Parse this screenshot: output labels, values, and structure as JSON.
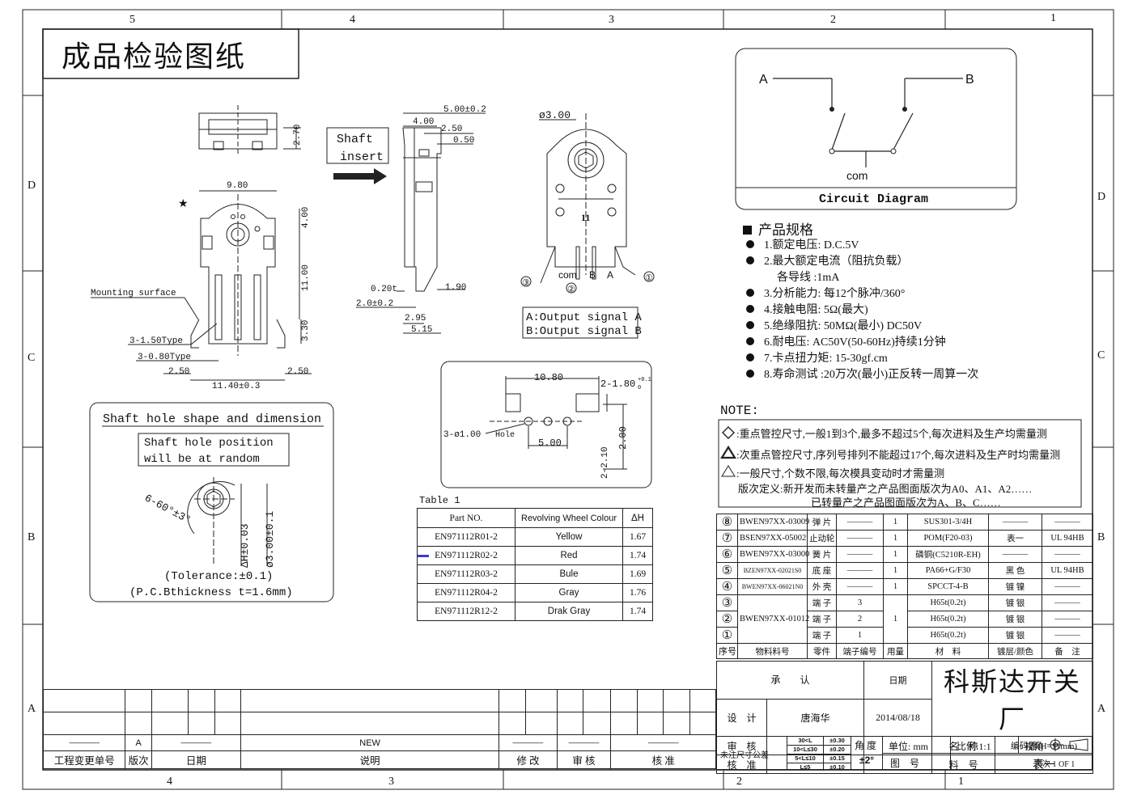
{
  "sheet": {
    "title": "成品检验图纸",
    "col_marks_top": [
      "5",
      "4",
      "3",
      "2",
      "1"
    ],
    "col_marks_bottom": [
      "4",
      "3",
      "2",
      "1"
    ],
    "row_marks": [
      "D",
      "C",
      "B",
      "A"
    ]
  },
  "drawings": {
    "front_dims": [
      "9.80",
      "4.00",
      "11.00",
      "3.30",
      "2.70",
      "2.50",
      "2.50",
      "11.40±0.3"
    ],
    "mounting_surface": "Mounting surface",
    "type_150": "3-1.50Type",
    "type_080": "3-0.80Type",
    "star": "★",
    "shaft_insert_1": "Shaft",
    "shaft_insert_2": "insert",
    "side_dims": [
      "5.00±0.2",
      "4.00",
      "2.50",
      "0.50",
      "0.20t",
      "2.0±0.2",
      "1.90",
      "2.95",
      "5.15"
    ],
    "right_dia": "ø3.00",
    "right_11": "11",
    "pins_label": [
      "③",
      "com",
      "②",
      "B",
      "A",
      "①"
    ],
    "signal_a": "A:Output signal A",
    "signal_b": "B:Output signal B"
  },
  "circuit": {
    "title": "Circuit Diagram",
    "a": "A",
    "b": "B",
    "com": "com"
  },
  "spec": {
    "heading": "产品规格",
    "items": [
      "1.额定电压: D.C.5V",
      "2.最大额定电流（阻抗负载）",
      "各导线 :1mA",
      "3.分析能力: 每12个脉冲/360°",
      "4.接触电阻: 5Ω(最大)",
      "5.绝缘阻抗: 50MΩ(最小) DC50V",
      "6.耐电压: AC50V(50-60Hz)持续1分钟",
      "7.卡点扭力矩: 15-30gf.cm",
      "8.寿命测试 :20万次(最小)正反转一周算一次"
    ]
  },
  "note": {
    "heading": "NOTE:",
    "lines": [
      ":重点管控尺寸,一般1到3个,最多不超过5个,每次进料及生产均需量测",
      ":次重点管控尺寸,序列号排列不能超过17个,每次进料及生产时均需量测",
      ":一般尺寸,个数不限,每次模具变动时才需量测",
      "版次定义:新开发而未转量产之产品图面版次为A0、A1、A2……",
      "已转量产之产品图面版次为A、B、C……"
    ]
  },
  "shaft_hole": {
    "title": "Shaft hole shape and dimension",
    "pos1": "Shaft hole position",
    "pos2": "will be at random",
    "angle": "6-60°±3°",
    "dh": "ΔH±0.03",
    "dia": "ø3.00±0.1",
    "tol": "(Tolerance:±0.1)",
    "pcb": "(P.C.Bthickness   t=1.6mm)"
  },
  "pcb": {
    "d1": "10.80",
    "d2": "2-1.80",
    "d2sup": "+0.1",
    "d2sub": "0",
    "hole": "3-ø1.00",
    "hole_sub": "Hole",
    "d3": "5.00",
    "d4": "2.00",
    "d5": "2-2.10"
  },
  "table1": {
    "caption": "Table 1",
    "headers": [
      "Part NO.",
      "Revolving Wheel Colour",
      "ΔH"
    ],
    "rows": [
      [
        "EN971112R01-2",
        "Yellow",
        "1.67"
      ],
      [
        "EN971112R02-2",
        "Red",
        "1.74"
      ],
      [
        "EN971112R03-2",
        "Bule",
        "1.69"
      ],
      [
        "EN971112R04-2",
        "Gray",
        "1.76"
      ],
      [
        "EN971112R12-2",
        "Drak Gray",
        "1.74"
      ]
    ]
  },
  "bom": {
    "rows": [
      [
        "⑧",
        "BWEN97XX-03009",
        "弹 片",
        "———",
        "1",
        "SUS301-3/4H",
        "———",
        "———"
      ],
      [
        "⑦",
        "BSEN97XX-05002",
        "止动轮",
        "———",
        "1",
        "POM(F20-03)",
        "表一",
        "UL 94HB"
      ],
      [
        "⑥",
        "BWEN97XX-03000",
        "簧 片",
        "———",
        "1",
        "磷铜(C5210R-EH)",
        "———",
        "———"
      ],
      [
        "⑤",
        "BZEN97XX-02021S0",
        "底 座",
        "———",
        "1",
        "PA66+G/F30",
        "黑 色",
        "UL 94HB"
      ],
      [
        "④",
        "BWEN97XX-06021N0",
        "外 壳",
        "———",
        "1",
        "SPCCT-4-B",
        "镀 镍",
        "———"
      ],
      [
        "③",
        "",
        "端 子",
        "3",
        "",
        "H65t(0.2t)",
        "镀 银",
        "———"
      ],
      [
        "②",
        "BWEN97XX-01012",
        "端 子",
        "2",
        "1",
        "H65t(0.2t)",
        "镀 银",
        "———"
      ],
      [
        "①",
        "",
        "端 子",
        "1",
        "",
        "H65t(0.2t)",
        "镀 银",
        "———"
      ]
    ],
    "headers": [
      "序号",
      "物料料号",
      "零件",
      "端子编号",
      "用量",
      "材　料",
      "镀层/颜色",
      "备　注"
    ]
  },
  "titleblock": {
    "approve": "承　　认",
    "date": "日期",
    "company": "科斯达开关厂",
    "design": "设　计",
    "designer": "唐海华",
    "design_date": "2014/08/18",
    "review": "审　核",
    "approve2": "核　准",
    "name_label": "名　称",
    "name_value": "编码器(H=11mm)",
    "part_label": "料　号",
    "part_value": "表一",
    "tol_label": "未注尺寸公差",
    "tol_rows": [
      [
        "30<L",
        "±0.30"
      ],
      [
        "10<L≤30",
        "±0.20"
      ],
      [
        "5<L≤10",
        "±0.15"
      ],
      [
        "L≤5",
        "±0.10"
      ]
    ],
    "angle_label": "角 度",
    "angle_value": "±2°",
    "unit": "单位: mm",
    "scale": "比例:1:1",
    "view": "视角",
    "drawing_no": "图　号",
    "page": "页次 1 OF 1"
  },
  "change": {
    "rev": "A",
    "desc": "NEW",
    "headers": [
      "工程变更单号",
      "版次",
      "日期",
      "说明",
      "修 改",
      "审 核",
      "核 准"
    ]
  }
}
